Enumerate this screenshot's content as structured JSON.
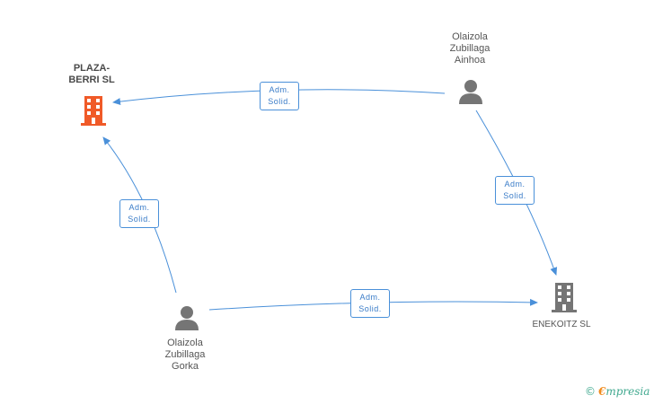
{
  "nodes": {
    "plaza_berri": {
      "label": "PLAZA-\nBERRI SL",
      "type": "company",
      "color": "#f05a28"
    },
    "enekoitz": {
      "label": "ENEKOITZ SL",
      "type": "company",
      "color": "#757575"
    },
    "ainhoa": {
      "label": "Olaizola\nZubillaga\nAinhoa",
      "type": "person",
      "color": "#757575"
    },
    "gorka": {
      "label": "Olaizola\nZubillaga\nGorka",
      "type": "person",
      "color": "#757575"
    }
  },
  "edges": [
    {
      "from": "Olaizola Zubillaga Ainhoa",
      "to": "PLAZA-BERRI SL",
      "line1": "Adm.",
      "line2": "Solid."
    },
    {
      "from": "Olaizola Zubillaga Ainhoa",
      "to": "ENEKOITZ SL",
      "line1": "Adm.",
      "line2": "Solid."
    },
    {
      "from": "Olaizola Zubillaga Gorka",
      "to": "PLAZA-BERRI SL",
      "line1": "Adm.",
      "line2": "Solid."
    },
    {
      "from": "Olaizola Zubillaga Gorka",
      "to": "ENEKOITZ SL",
      "line1": "Adm.",
      "line2": "Solid."
    }
  ],
  "colors": {
    "edge": "#4a90d9",
    "accent": "#f05a28",
    "icon": "#757575"
  },
  "footer": {
    "copyright": "©",
    "brand_first": "€",
    "brand_rest": "mpresia"
  }
}
